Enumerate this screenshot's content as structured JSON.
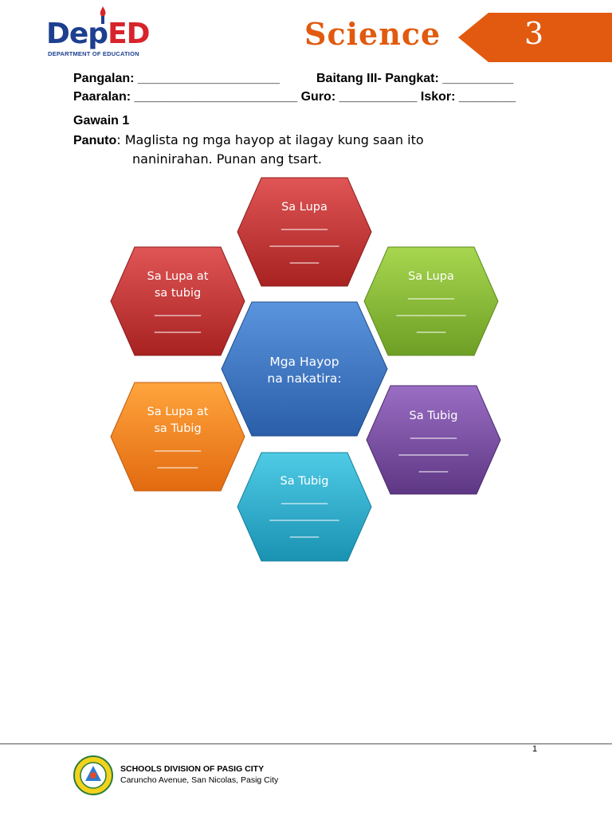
{
  "header": {
    "logo_text_a": "Dep",
    "logo_text_b": "ED",
    "logo_sub": "DEPARTMENT OF EDUCATION",
    "subject": "Science",
    "grade": "3",
    "accent": "#e15a0f"
  },
  "form": {
    "pangalan": "Pangalan: ____________________",
    "baitang": "Baitang III- Pangkat: __________",
    "paaralan": "Paaralan: _______________________ Guro: ___________ Iskor: ________"
  },
  "activity": {
    "title": "Gawain 1",
    "panuto_label": "Panuto",
    "panuto_line1": ": Maglista ng mga hayop at ilagay kung saan ito",
    "panuto_line2": "naninirahan. Punan ang tsart."
  },
  "chart": {
    "center": {
      "text": "Mga Hayop\nna nakatira:",
      "color": "#3e77c6"
    },
    "top": {
      "text": "Sa Lupa\n________\n____________\n_____",
      "color": "#c73a3a"
    },
    "right_top": {
      "text": "Sa Lupa\n________\n____________\n_____",
      "color": "#8bc03a"
    },
    "right_bottom": {
      "text": "Sa Tubig\n________\n____________\n_____",
      "color": "#7a4fa3"
    },
    "bottom": {
      "text": "Sa Tubig\n________\n____________\n_____",
      "color": "#2db0cf"
    },
    "left_bottom": {
      "text": "Sa Lupa at\nsa Tubig\n________\n_______",
      "color": "#f2871e"
    },
    "left_top": {
      "text": "Sa Lupa at\nsa tubig\n________\n________",
      "color": "#c73a3a"
    }
  },
  "footer": {
    "page": "1",
    "school_division": "SCHOOLS DIVISION OF PASIG CITY",
    "address": "Caruncho Avenue, San Nicolas, Pasig City"
  }
}
